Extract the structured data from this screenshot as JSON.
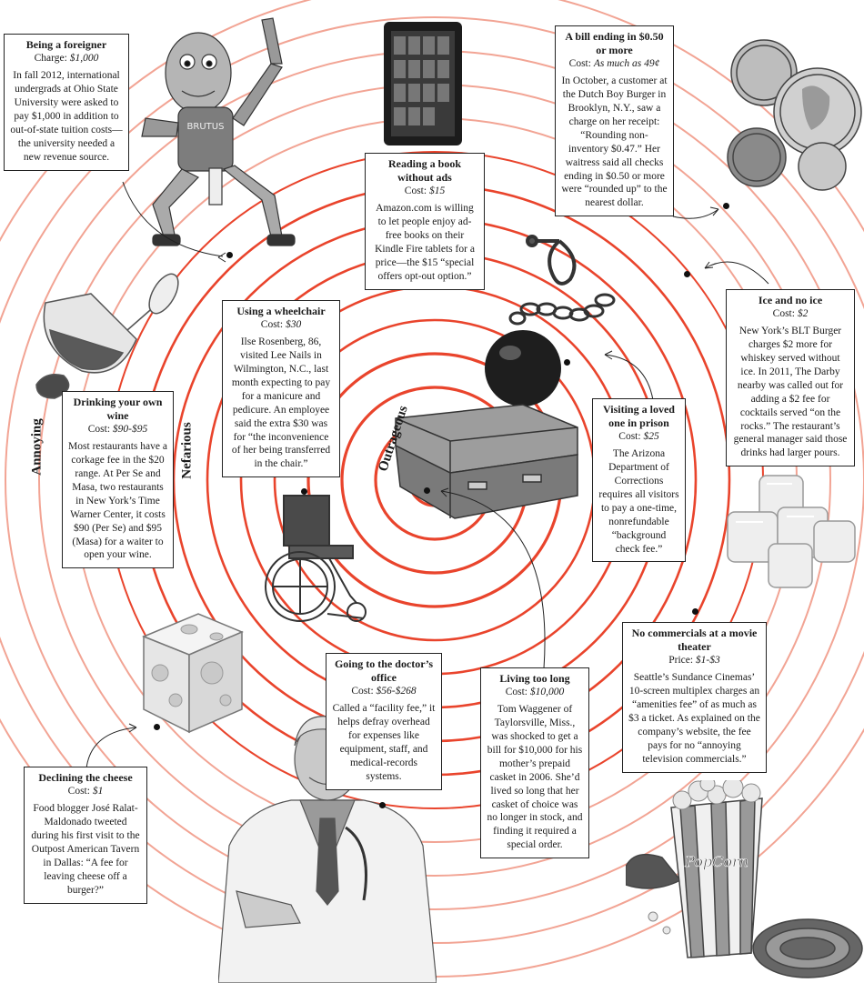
{
  "ring_labels": {
    "annoying": "Annoying",
    "nefarious": "Nefarious",
    "outrageous": "Outrageous"
  },
  "popcorn_text": "PopCorn",
  "colors": {
    "ring": "#e9442c",
    "ring_light": "#f2a494",
    "box_border": "#222222",
    "text": "#1a1a1a"
  },
  "items": [
    {
      "id": "foreigner",
      "title": "Being a foreigner",
      "cost_label": "Charge:",
      "cost_value": "$1,000",
      "description": "In fall 2012, international undergrads at Ohio State University were asked to pay $1,000 in addition to out-of-state tuition costs—the university needed a new revenue source.",
      "icon": "brutus-mascot-icon"
    },
    {
      "id": "book",
      "title": "Reading a book without ads",
      "cost_label": "Cost:",
      "cost_value": "$15",
      "description": "Amazon.com is willing to let people enjoy ad-free books on their Kindle Fire tablets for a price—the $15 “special offers opt-out option.”",
      "icon": "kindle-tablet-icon"
    },
    {
      "id": "bill",
      "title": "A bill ending in $0.50 or more",
      "cost_label": "Cost:",
      "cost_value": "As much as 49¢",
      "description": "In October, a customer at the Dutch Boy Burger in Brooklyn, N.Y., saw a charge on her receipt: “Rounding non-inventory $0.47.” Her waitress said all checks ending in $0.50 or more were “rounded up” to the nearest dollar.",
      "icon": "coins-icon"
    },
    {
      "id": "ice",
      "title": "Ice and no ice",
      "cost_label": "Cost:",
      "cost_value": "$2",
      "description": "New York’s BLT Burger charges $2 more for whiskey served without ice. In 2011, The Darby nearby was called out for adding a $2 fee for cocktails served “on the rocks.” The restaurant’s general manager said those drinks had larger pours.",
      "icon": "ice-cubes-icon"
    },
    {
      "id": "wheelchair",
      "title": "Using a wheelchair",
      "cost_label": "Cost:",
      "cost_value": "$30",
      "description": "Ilse Rosenberg, 86, visited Lee Nails in Wilmington, N.C., last month expecting to pay for a manicure and pedicure. An employee said the extra $30 was for “the inconvenience of her being transferred in the chair.”",
      "icon": "wheelchair-icon"
    },
    {
      "id": "wine",
      "title": "Drinking your own wine",
      "cost_label": "Cost:",
      "cost_value": "$90-$95",
      "description": "Most restaurants have a corkage fee in the $20 range. At Per Se and Masa, two restaurants in New York’s Time Warner Center, it costs $90 (Per Se) and $95 (Masa) for a waiter to open your wine.",
      "icon": "spilled-wine-glass-icon"
    },
    {
      "id": "prison",
      "title": "Visiting a loved one in prison",
      "cost_label": "Cost:",
      "cost_value": "$25",
      "description": "The Arizona Department of Corrections requires all visitors to pay a one-time, nonrefundable “background check fee.”",
      "icon": "ball-and-chain-icon"
    },
    {
      "id": "commercials",
      "title": "No commercials at a movie theater",
      "cost_label": "Price:",
      "cost_value": "$1-$3",
      "description": "Seattle’s Sundance Cinemas’ 10-screen multiplex charges an “amenities fee” of as much as $3 a ticket. As explained on the company’s website, the fee pays for no “annoying television commercials.”",
      "icon": "popcorn-film-icon"
    },
    {
      "id": "doctor",
      "title": "Going to the doctor’s office",
      "cost_label": "Cost:",
      "cost_value": "$56-$268",
      "description": "Called a “facility fee,” it helps defray overhead for expenses like equipment, staff, and medical-records systems.",
      "icon": "doctor-icon"
    },
    {
      "id": "living",
      "title": "Living too long",
      "cost_label": "Cost:",
      "cost_value": "$10,000",
      "description": "Tom Waggener of Taylorsville, Miss., was shocked to get a bill for $10,000 for his mother’s prepaid casket in 2006. She’d lived so long that her casket of choice was no longer in stock, and finding it required a special order.",
      "icon": "casket-icon"
    },
    {
      "id": "cheese",
      "title": "Declining the cheese",
      "cost_label": "Cost:",
      "cost_value": "$1",
      "description": "Food blogger José Ralat-Maldonado tweeted during his first visit to the Outpost American Tavern in Dallas: “A fee for leaving cheese off a burger?”",
      "icon": "cheese-icon"
    }
  ]
}
